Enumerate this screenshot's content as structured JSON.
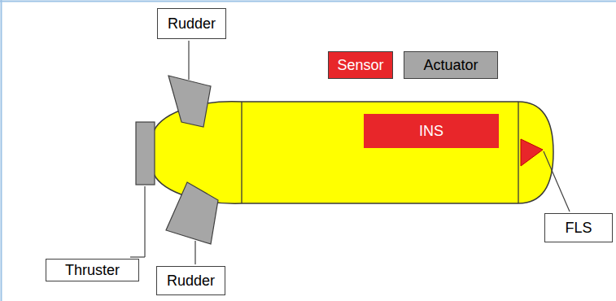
{
  "diagram": {
    "nodes": [
      {
        "text": [
          "Rudder"
        ]
      },
      {
        "text": [
          "INS"
        ]
      },
      {
        "text": [
          "Thruster"
        ]
      },
      {
        "text": [
          "Rudder"
        ]
      },
      {
        "text": [
          "FLS"
        ]
      }
    ],
    "legend": [
      {
        "text": "Sensor",
        "color": "#e8262a"
      },
      {
        "text": "Actuator",
        "color": "#a6a6a6"
      }
    ]
  }
}
